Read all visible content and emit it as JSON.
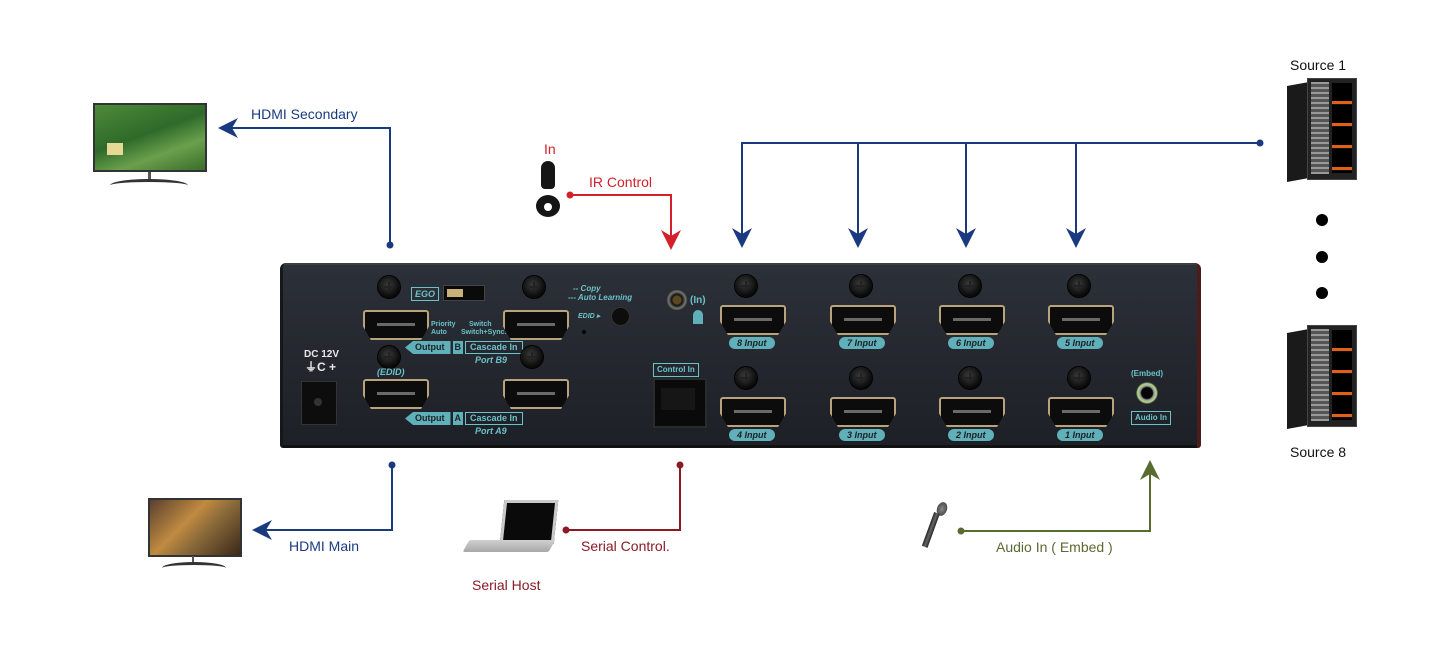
{
  "colors": {
    "hdmi_line": "#1a3a80",
    "ir_line": "#d4202a",
    "serial_line": "#8b1a24",
    "audio_line": "#5a6b32",
    "panel_label": "#6cc2c9",
    "device_body": "#23262d"
  },
  "connections": {
    "hdmi_secondary": "HDMI Secondary",
    "hdmi_main": "HDMI Main",
    "ir_in": "In",
    "ir_control": "IR Control",
    "serial_control": "Serial Control.",
    "serial_host": "Serial Host",
    "audio_in_embed": "Audio In ( Embed )"
  },
  "sources": {
    "first": "Source 1",
    "last": "Source 8"
  },
  "device": {
    "dc_label": "DC 12V",
    "dc_symbol": "⏚C +",
    "ego_label": "EGO",
    "mode_priority": "Priority",
    "mode_auto": "Auto",
    "mode_switch": "Switch",
    "mode_switch_sync": "Switch+Sync.",
    "output_label": "Output",
    "port_b_letter": "B",
    "port_a_letter": "A",
    "cascade_in": "Cascade In",
    "port_b9": "Port B9",
    "port_a9": "Port A9",
    "edid_label": "(EDID)",
    "copy_label": "-- Copy",
    "auto_learning_label": "--- Auto Learning",
    "edid_button_label": "EDID ▸",
    "ir_in_label": "(In)",
    "control_in": "Control In",
    "embed_label": "(Embed)",
    "audio_in": "Audio In",
    "inputs_top": [
      "8 Input",
      "7 Input",
      "6 Input",
      "5 Input"
    ],
    "inputs_bottom": [
      "4 Input",
      "3 Input",
      "2 Input",
      "1 Input"
    ]
  }
}
